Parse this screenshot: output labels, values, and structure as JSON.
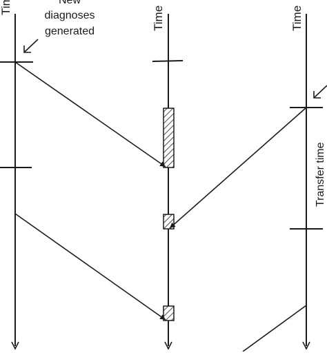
{
  "labels": {
    "time_left": "Time",
    "time_middle": "Time",
    "time_right": "Time",
    "annotation_line1": "New",
    "annotation_line2": "diagnoses",
    "annotation_line3": "generated",
    "transfer_time": "Transfer time"
  },
  "colors": {
    "ink": "#1a1a1a",
    "background": "#ffffff"
  }
}
